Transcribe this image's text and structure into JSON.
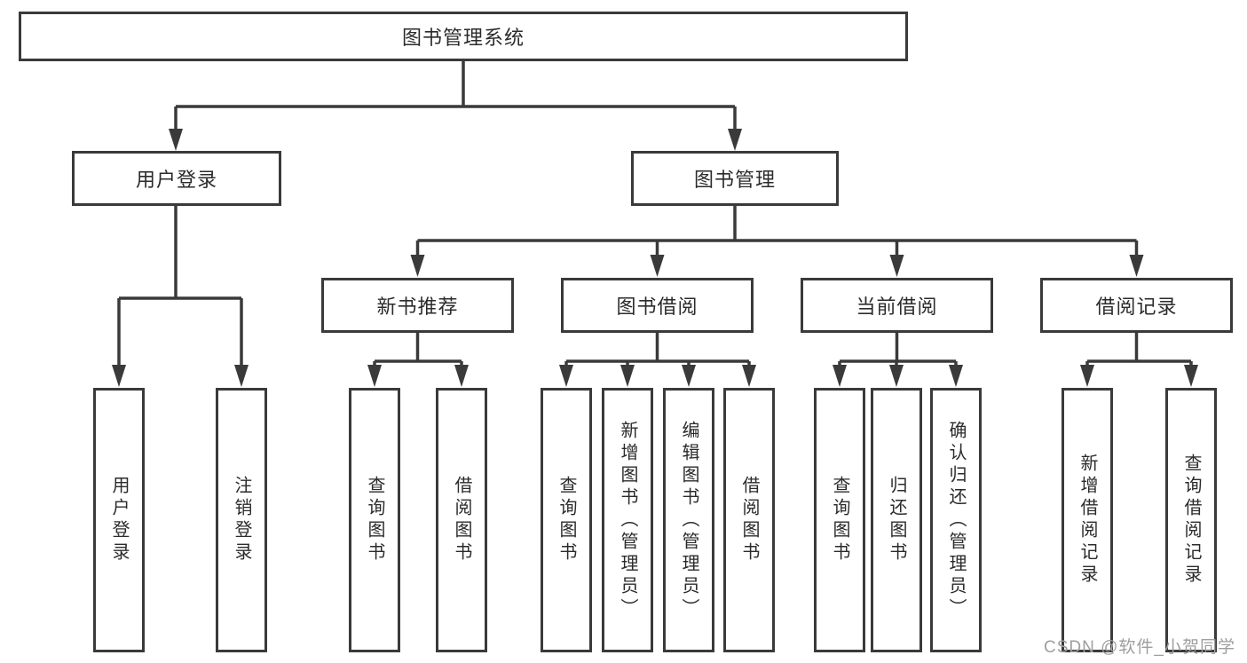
{
  "tree": {
    "label": "图书管理系统",
    "children": [
      {
        "label": "用户登录",
        "children": [
          {
            "label": "用户登录"
          },
          {
            "label": "注销登录"
          }
        ]
      },
      {
        "label": "图书管理",
        "children": [
          {
            "label": "新书推荐",
            "children": [
              {
                "label": "查询图书"
              },
              {
                "label": "借阅图书"
              }
            ]
          },
          {
            "label": "图书借阅",
            "children": [
              {
                "label": "查询图书"
              },
              {
                "label": "新增图书（管理员）"
              },
              {
                "label": "编辑图书（管理员）"
              },
              {
                "label": "借阅图书"
              }
            ]
          },
          {
            "label": "当前借阅",
            "children": [
              {
                "label": "查询图书"
              },
              {
                "label": "归还图书"
              },
              {
                "label": "确认归还（管理员）"
              }
            ]
          },
          {
            "label": "借阅记录",
            "children": [
              {
                "label": "新增借阅记录"
              },
              {
                "label": "查询借阅记录"
              }
            ]
          }
        ]
      }
    ]
  },
  "watermark": "CSDN @软件_小贺同学",
  "colors": {
    "line": "#3a3a3a",
    "box_border": "#3a3a3a",
    "box_fill": "#ffffff",
    "text": "#2b2b2b",
    "watermark": "#9e9e9e",
    "background": "#ffffff"
  }
}
